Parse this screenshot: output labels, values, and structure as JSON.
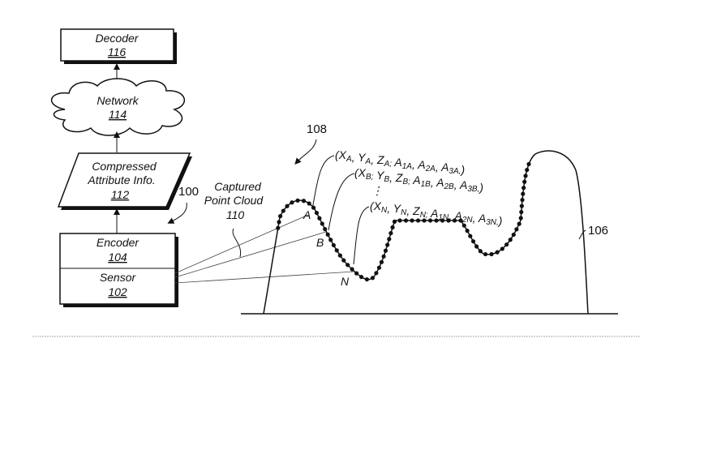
{
  "decoder": {
    "label": "Decoder",
    "number": "116"
  },
  "network": {
    "label": "Network",
    "number": "114"
  },
  "compressed": {
    "line1": "Compressed",
    "line2": "Attribute Info.",
    "number": "112"
  },
  "encoder": {
    "label": "Encoder",
    "number": "104"
  },
  "sensor": {
    "label": "Sensor",
    "number": "102"
  },
  "system_ref": "100",
  "captured": {
    "line1": "Captured",
    "line2": "Point Cloud",
    "number": "110"
  },
  "cloud_ref": "108",
  "object_ref": "106",
  "points": {
    "a": "A",
    "b": "B",
    "n": "N"
  },
  "ellipsis": "⋮",
  "tuples": [
    [
      [
        "(X",
        "A"
      ],
      [
        ", Y",
        "A"
      ],
      [
        ", Z",
        "A;"
      ],
      [
        " A",
        "1A"
      ],
      [
        ", A",
        "2A"
      ],
      [
        ", A",
        "3A,"
      ],
      [
        ")",
        ""
      ]
    ],
    [
      [
        "(X",
        "B;"
      ],
      [
        " Y",
        "B"
      ],
      [
        ", Z",
        "B;"
      ],
      [
        " A",
        "1B"
      ],
      [
        ", A",
        "2B"
      ],
      [
        ", A",
        "3B,"
      ],
      [
        ")",
        ""
      ]
    ],
    [
      [
        "(X",
        "N"
      ],
      [
        ", Y",
        "N"
      ],
      [
        ", Z",
        "N;"
      ],
      [
        " A",
        "1N"
      ],
      [
        ", A",
        "2N"
      ],
      [
        ", A",
        "3N,"
      ],
      [
        ")",
        ""
      ]
    ]
  ]
}
